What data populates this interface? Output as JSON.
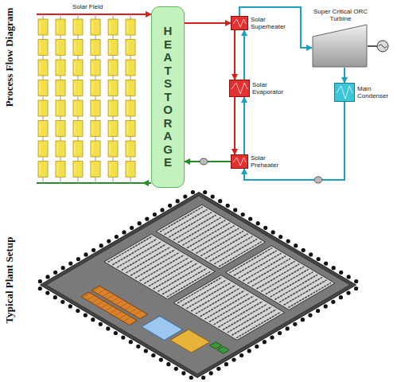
{
  "diagram": {
    "nodes": [
      {
        "text": [
          "Solar Field"
        ]
      },
      {
        "text": [
          "HEAT STORAGE"
        ]
      },
      {
        "text": [
          "Solar Superheater"
        ]
      },
      {
        "text": [
          "Super Critical ORC Turbine"
        ]
      },
      {
        "text": [
          "Solar Evaporator"
        ]
      },
      {
        "text": [
          "Main Condenser"
        ]
      },
      {
        "text": [
          "Solar Preheater"
        ]
      }
    ],
    "edges": [
      {
        "from": 0,
        "to": 1,
        "arrow": "to"
      },
      {
        "from": 1,
        "to": 2,
        "arrow": "to"
      },
      {
        "from": 2,
        "to": 4,
        "arrow": "to"
      },
      {
        "from": 4,
        "to": 6,
        "arrow": "to"
      },
      {
        "from": 6,
        "to": 1,
        "arrow": "to"
      },
      {
        "from": 1,
        "to": 0,
        "arrow": "to"
      },
      {
        "from": 5,
        "to": 6,
        "arrow": "to"
      },
      {
        "from": 6,
        "to": 4,
        "arrow": "to"
      },
      {
        "from": 4,
        "to": 2,
        "arrow": "to"
      },
      {
        "from": 2,
        "to": 3,
        "arrow": "to"
      },
      {
        "from": 3,
        "to": 5,
        "arrow": "to"
      }
    ],
    "labels": [
      "Process Flow Diagram",
      "Typical Plant Setup"
    ]
  }
}
